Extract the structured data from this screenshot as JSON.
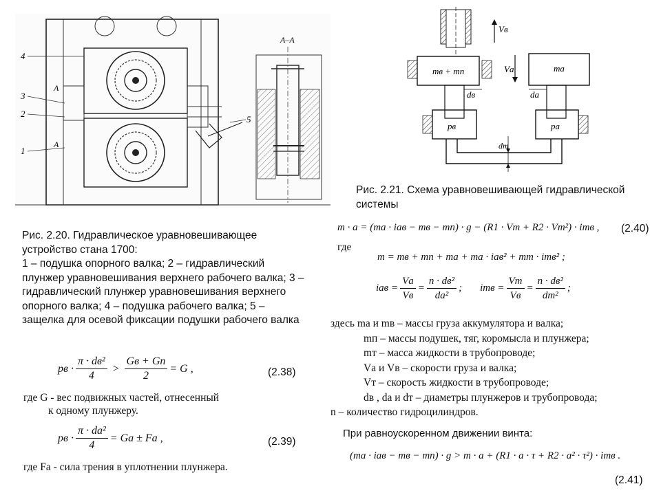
{
  "figure_left": {
    "section_label": "А–А",
    "callouts": [
      "4",
      "3",
      "2",
      "1",
      "5",
      "А",
      "А"
    ]
  },
  "figure_right": {
    "labels": {
      "v_v": "Vв",
      "v_a": "Vа",
      "mass_left": "mв + mп",
      "mass_right": "mа",
      "d_v": "dв",
      "d_a": "dа",
      "p_v": "pв",
      "p_a": "pа",
      "d_t": "dт"
    }
  },
  "caption_221": {
    "line1": "Рис. 2.21. Схема уравновешивающей гидравлической",
    "line2": "системы"
  },
  "caption_220": {
    "line1": "Рис. 2.20. Гидравлическое уравновешивающее",
    "line2": "устройство стана 1700:",
    "line3": "1 – подушка опорного валка; 2 – гидравлический",
    "line4": "плунжер уравновешивания верхнего рабочего валка; 3 –",
    "line5": "гидравлический плунжер уравновешивания верхнего",
    "line6": "опорного валка; 4 – подушка рабочего валка; 5 –",
    "line7": "защелка для осевой фиксации подушки рабочего валка"
  },
  "eq_238": {
    "lhs": "pв ·",
    "n1": "π · dв²",
    "d1": "4",
    "op": ">",
    "n2": "Gв + Gп",
    "d2": "2",
    "rhs": "= G ,",
    "number": "(2.38)"
  },
  "where_238": {
    "line1": "где G  - вес подвижных частей, отнесенный",
    "line2": "к одному плунжеру."
  },
  "eq_239": {
    "lhs": "pв ·",
    "n1": "π · dа²",
    "d1": "4",
    "rhs": "= Gа ± Fа ,",
    "number": "(2.39)"
  },
  "where_239": "где  Fа - сила трения в уплотнении плунжера.",
  "eq_240": {
    "text": "m · a = (mа · iав − mв − mп) · g − (R1 · Vт + R2 · Vт²) · iтв ,",
    "number": "(2.40)"
  },
  "where_240": "где",
  "eq_m": "m = mв + mп + mа + mа · iав² + mт · iтв² ;",
  "eq_i": {
    "iav": "iав =",
    "n1": "Vа",
    "d1": "Vв",
    "eq1": "=",
    "n2": "n · dв²",
    "d2": "dа²",
    "sep": ";",
    "itv": "iтв =",
    "n3": "Vт",
    "d3": "Vв",
    "eq2": "=",
    "n4": "n · dв²",
    "d4": "dт²",
    "end": ";"
  },
  "definitions": [
    "здесь mа и mв – массы груза аккумулятора и валка;",
    "mп – массы подушек, тяг, коромысла и плунжера;",
    "mт – масса жидкости в трубопроводе;",
    "Vа и Vв – скорости груза и валка;",
    "Vт – скорость жидкости в трубопроводе;",
    "dв , dа и dт – диаметры плунжеров и трубопровода;",
    "n – количество гидроцилиндров."
  ],
  "uniform_motion_text": "При равноускоренном движении винта:",
  "eq_241": {
    "text": "(mа · iав − mв − mп) · g > m · a + (R1 · a · τ + R2 · a² · τ²) · iтв .",
    "number": "(2.41)"
  }
}
